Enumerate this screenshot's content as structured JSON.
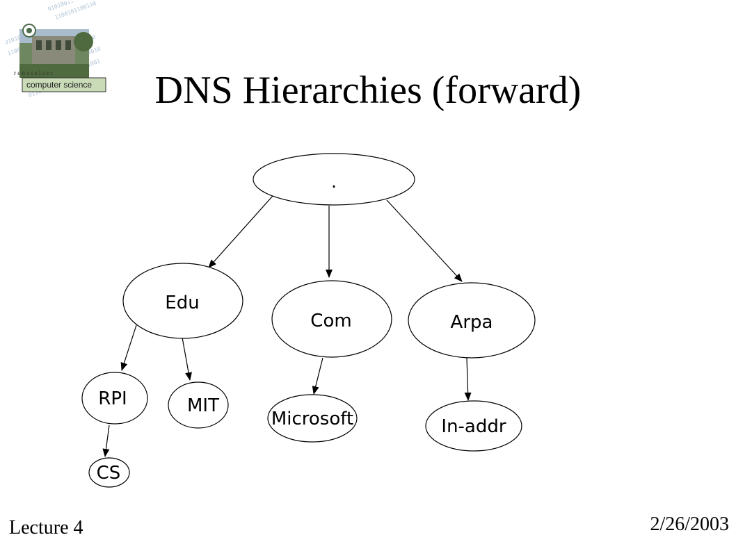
{
  "slide": {
    "title": "DNS Hierarchies (forward)",
    "footer_left": "Lecture 4",
    "footer_right": "2/26/2003"
  },
  "logo": {
    "text_top": "r e n s s e l a e r",
    "text_bottom": "computer science"
  },
  "diagram": {
    "nodes": [
      {
        "id": "root",
        "label": "."
      },
      {
        "id": "edu",
        "label": "Edu"
      },
      {
        "id": "com",
        "label": "Com"
      },
      {
        "id": "arpa",
        "label": "Arpa"
      },
      {
        "id": "rpi",
        "label": "RPI"
      },
      {
        "id": "mit",
        "label": "MIT"
      },
      {
        "id": "microsoft",
        "label": "Microsoft"
      },
      {
        "id": "inaddr",
        "label": "In-addr"
      },
      {
        "id": "cs",
        "label": "CS"
      }
    ],
    "edges": [
      {
        "from": "root",
        "to": "edu"
      },
      {
        "from": "root",
        "to": "com"
      },
      {
        "from": "root",
        "to": "arpa"
      },
      {
        "from": "edu",
        "to": "rpi"
      },
      {
        "from": "edu",
        "to": "mit"
      },
      {
        "from": "com",
        "to": "microsoft"
      },
      {
        "from": "arpa",
        "to": "inaddr"
      },
      {
        "from": "rpi",
        "to": "cs"
      }
    ]
  }
}
